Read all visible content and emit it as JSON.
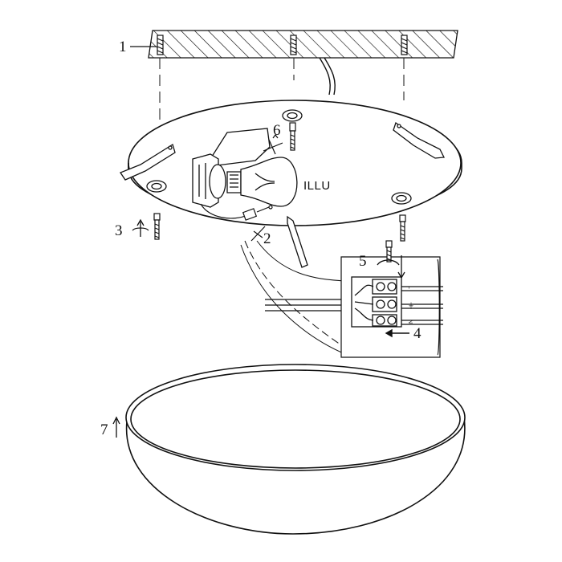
{
  "colors": {
    "stroke": "#111111",
    "background": "#ffffff"
  },
  "labels": {
    "step_1": "1",
    "step_2": "2",
    "step_3": "3",
    "step_4": "4",
    "step_5": "5",
    "step_6": "6",
    "step_7": "7",
    "bulb": "ILLU"
  },
  "terminal_marks": [
    "L",
    "⏚",
    "N"
  ]
}
